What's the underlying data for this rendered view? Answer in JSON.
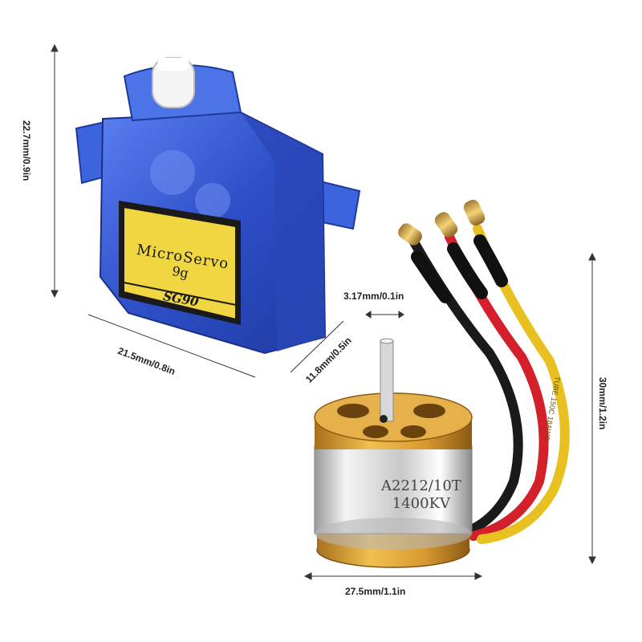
{
  "servo": {
    "label_line1": "MicroServo",
    "label_line2": "9g",
    "model": "SG90",
    "colors": {
      "body": "#3a5fd6",
      "label": "#f0d640",
      "horn": "#f4f4f4"
    }
  },
  "motor": {
    "label_line1": "A2212/10T",
    "label_line2": "1400KV",
    "colors": {
      "bell": "#d9a033",
      "can": "#d8d8d8"
    }
  },
  "dimensions": {
    "servo_height": "22.7mm/0.9in",
    "servo_width": "21.5mm/0.8in",
    "servo_depth": "11.8mm/0.5in",
    "shaft_diameter": "3.17mm/0.1in",
    "motor_height": "30mm/1.2in",
    "motor_width": "27.5mm/1.1in"
  },
  "wire_text": "TUBE 150C 18AWG"
}
